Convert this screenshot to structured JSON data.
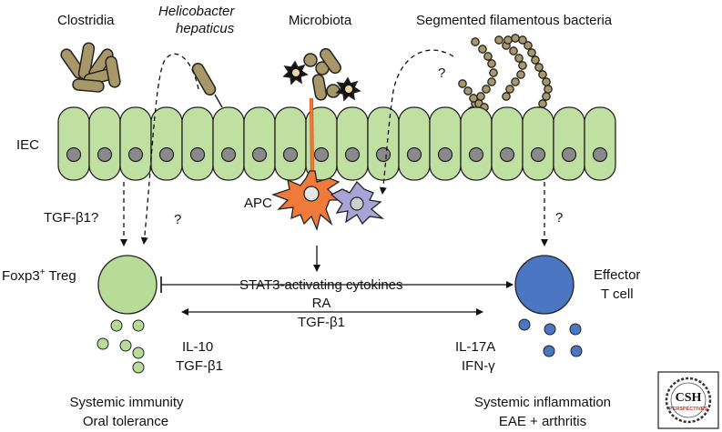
{
  "labels": {
    "clostridia": "Clostridia",
    "helicobacter_line1": "Helicobacter",
    "helicobacter_line2": "hepaticus",
    "microbiota": "Microbiota",
    "sfb": "Segmented filamentous bacteria",
    "iec": "IEC",
    "apc": "APC",
    "tgf_b1_q": "TGF-β1?",
    "q_left": "?",
    "q_sfb": "?",
    "q_right": "?",
    "foxp3_treg_a": "Foxp3",
    "foxp3_treg_sup": "+",
    "foxp3_treg_b": " Treg",
    "effector_line1": "Effector",
    "effector_line2": "T cell",
    "stat3": "STAT3-activating cytokines",
    "ra": "RA",
    "tgf_b1_mid": "TGF-β1",
    "il10": "IL-10",
    "tgf_b1_left": "TGF-β1",
    "il17a": "IL-17A",
    "ifn_g": "IFN-γ",
    "systemic_immunity": "Systemic immunity",
    "oral_tolerance": "Oral tolerance",
    "systemic_inflammation": "Systemic inflammation",
    "eae_arthritis": "EAE + arthritis",
    "logo_csh": "CSH",
    "logo_perspectives": "PERSPECTIVES"
  },
  "colors": {
    "epithelium": "#bfe0a0",
    "nucleus": "#8a8a8a",
    "bacteria": "#a89868",
    "treg": "#b7dc97",
    "effector": "#4a76c2",
    "apc": "#f07a3a",
    "apc2": "#a9a3d8",
    "logo_red": "#c0392b"
  }
}
